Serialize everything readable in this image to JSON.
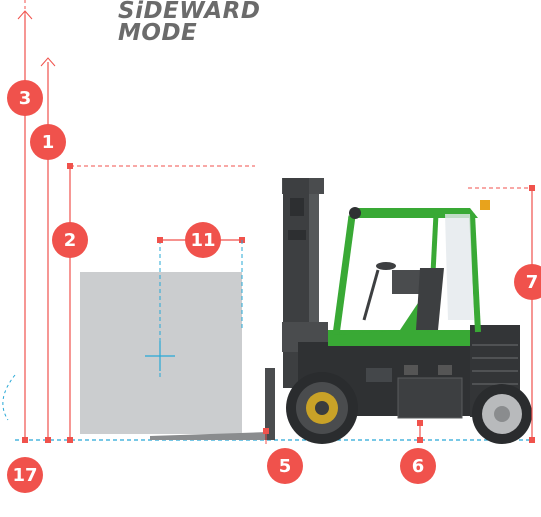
{
  "title": {
    "line1": "SiDEWARD",
    "line2": "MODE"
  },
  "colors": {
    "callout_red": "#f0524c",
    "reference_cyan": "#27a8d6",
    "machine_green": "#39a935",
    "machine_dark": "#3d3f41",
    "load_grey": "#cbcdcf"
  },
  "callouts": [
    "3",
    "1",
    "2",
    "11",
    "7",
    "5",
    "6",
    "17"
  ]
}
